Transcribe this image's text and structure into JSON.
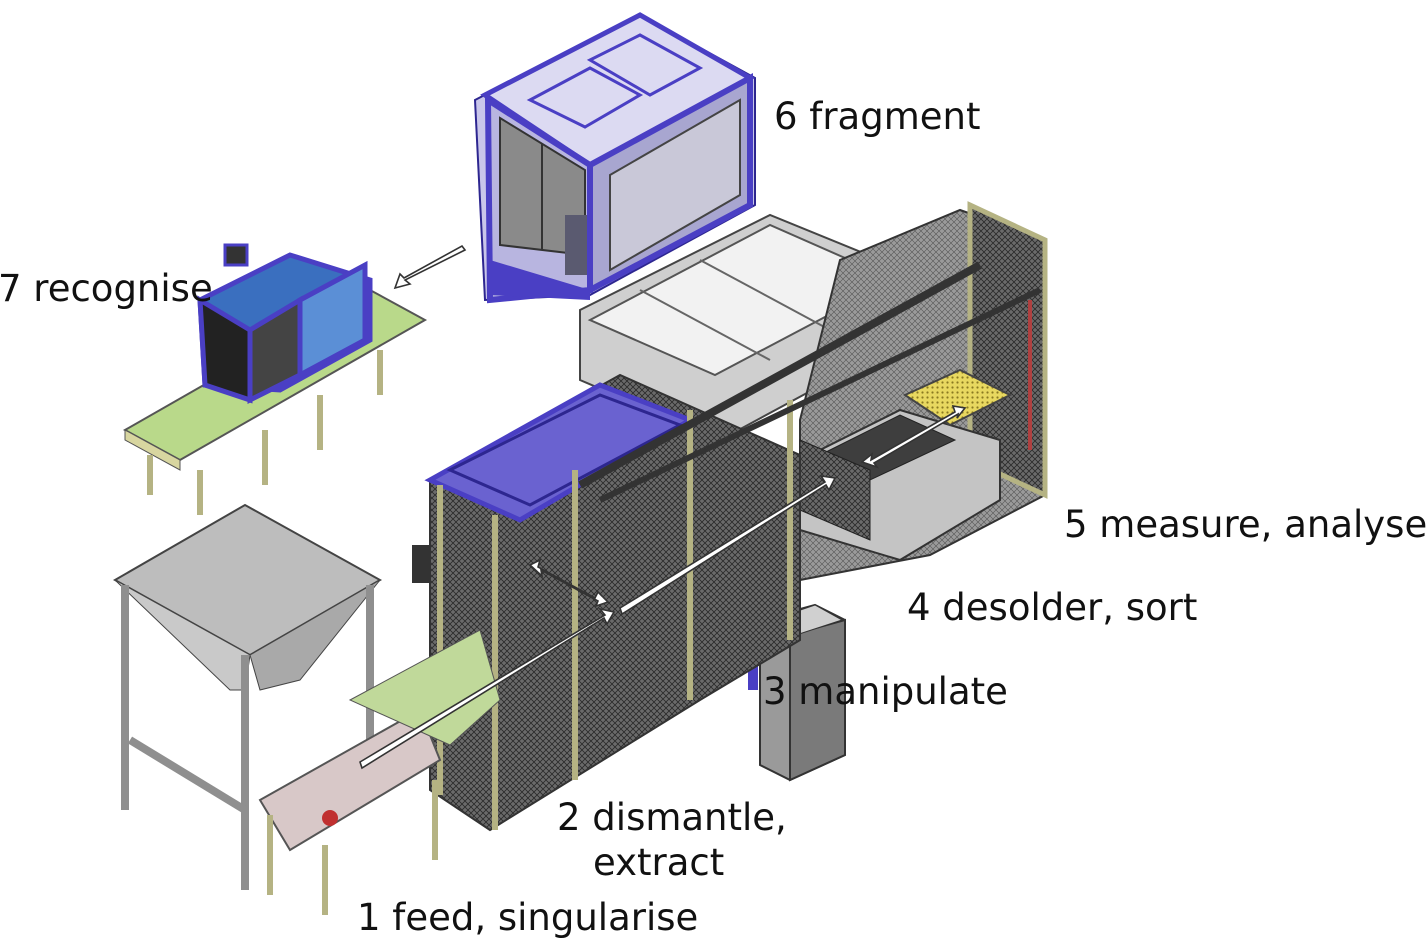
{
  "stations": [
    {
      "id": "fragment",
      "label": "6 fragment"
    },
    {
      "id": "recognise",
      "label": "7 recognise"
    },
    {
      "id": "measure",
      "label": "5 measure, analyse"
    },
    {
      "id": "desolder",
      "label": "4 desolder, sort"
    },
    {
      "id": "manipulate",
      "label": "3 manipulate"
    },
    {
      "id": "dismantle",
      "label_line1": "2 dismantle,",
      "label_line2": "extract"
    },
    {
      "id": "feed",
      "label": "1 feed, singularise"
    }
  ],
  "colors": {
    "frame_blue": "#4a3fc4",
    "frame_blue_dark": "#2d2690",
    "panel_grey": "#8c8c8c",
    "panel_light": "#d9d9d9",
    "conveyor_green": "#b9d98a",
    "post_yellow": "#d8d6a0",
    "mesh_dark": "#3a3a3a",
    "arrow_white": "#ffffff"
  }
}
